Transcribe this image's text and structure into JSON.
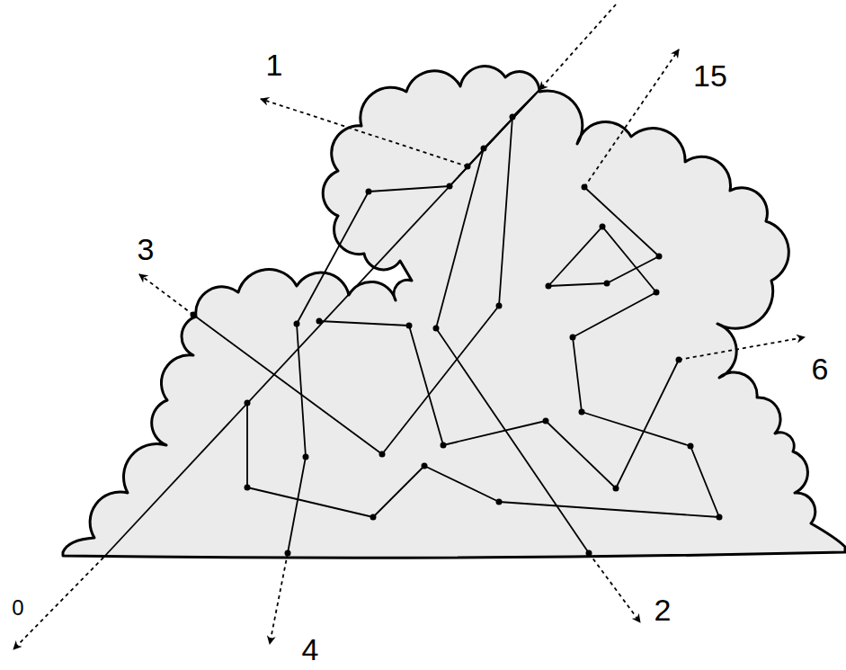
{
  "diagram": {
    "labels": [
      "1",
      "15",
      "3",
      "6",
      "2",
      "0",
      "4"
    ]
  }
}
